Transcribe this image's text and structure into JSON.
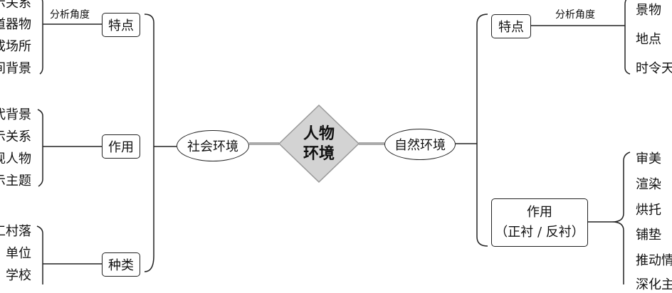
{
  "center": {
    "line1": "人物",
    "line2": "环境",
    "fill": "#d3d3d3"
  },
  "left": {
    "hub": "社会环境",
    "features": {
      "label": "特点",
      "angle_label": "分析角度",
      "items": [
        "示关系",
        "道器物",
        "成场所",
        "间背景"
      ]
    },
    "functions": {
      "label": "作用",
      "items": [
        "代背景",
        "示关系",
        "现人物",
        "示主题"
      ]
    },
    "types": {
      "label": "种类",
      "items": [
        "工村落",
        "单位",
        "学校"
      ]
    }
  },
  "right": {
    "hub": "自然环境",
    "features": {
      "label": "特点",
      "angle_label": "分析角度",
      "items": [
        "景物",
        "地点",
        "时令天"
      ]
    },
    "functions": {
      "label_line1": "作用",
      "label_line2": "（正衬 / 反衬）",
      "items": [
        "审美",
        "渲染",
        "烘托",
        "铺垫",
        "推动情",
        "深化主"
      ]
    }
  }
}
